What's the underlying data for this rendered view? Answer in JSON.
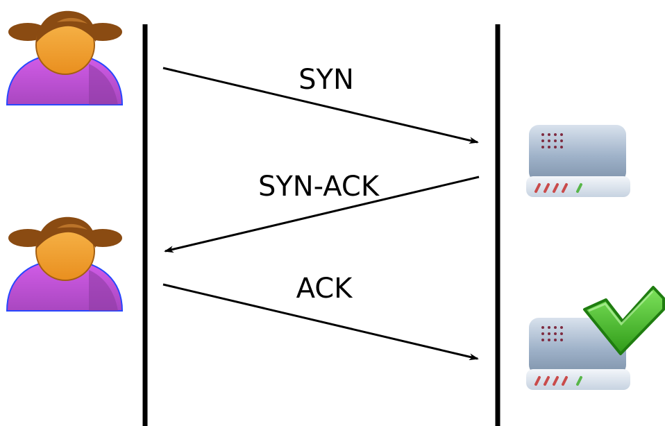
{
  "messages": [
    {
      "label": "SYN",
      "direction": "client-to-server"
    },
    {
      "label": "SYN-ACK",
      "direction": "server-to-client"
    },
    {
      "label": "ACK",
      "direction": "client-to-server"
    }
  ],
  "participants": {
    "client": {
      "icon": "person-icon",
      "skin_color": "#f2a33a",
      "hair_color": "#8a4b12",
      "shirt_color": "#c14fd8"
    },
    "server": {
      "icon": "server-icon",
      "body_color": "#b7c7da"
    }
  },
  "status": {
    "icon": "checkmark-icon",
    "color": "#39b51c"
  }
}
